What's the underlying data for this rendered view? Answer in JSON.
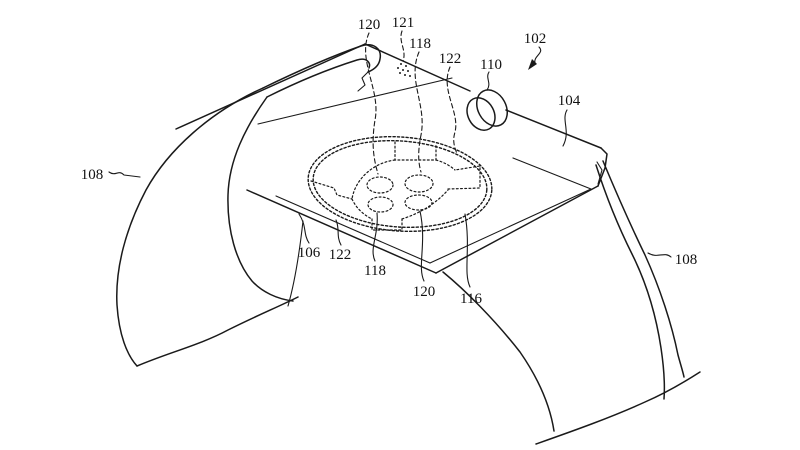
{
  "figure": {
    "background_color": "#ffffff",
    "line_color": "#1a1a1a",
    "description_labels_visible": [
      "102",
      "104",
      "106",
      "108",
      "110",
      "116",
      "118",
      "120",
      "121",
      "122"
    ]
  },
  "labels": {
    "t120": {
      "text": "120"
    },
    "t121": {
      "text": "121"
    },
    "t118": {
      "text": "118"
    },
    "t122": {
      "text": "122"
    },
    "t110": {
      "text": "110"
    },
    "t102": {
      "text": "102"
    },
    "t104": {
      "text": "104"
    },
    "left108": {
      "text": "108"
    },
    "right108": {
      "text": "108"
    },
    "b106": {
      "text": "106"
    },
    "b122": {
      "text": "122"
    },
    "b118": {
      "text": "118"
    },
    "b120": {
      "text": "120"
    },
    "b116": {
      "text": "116"
    }
  }
}
